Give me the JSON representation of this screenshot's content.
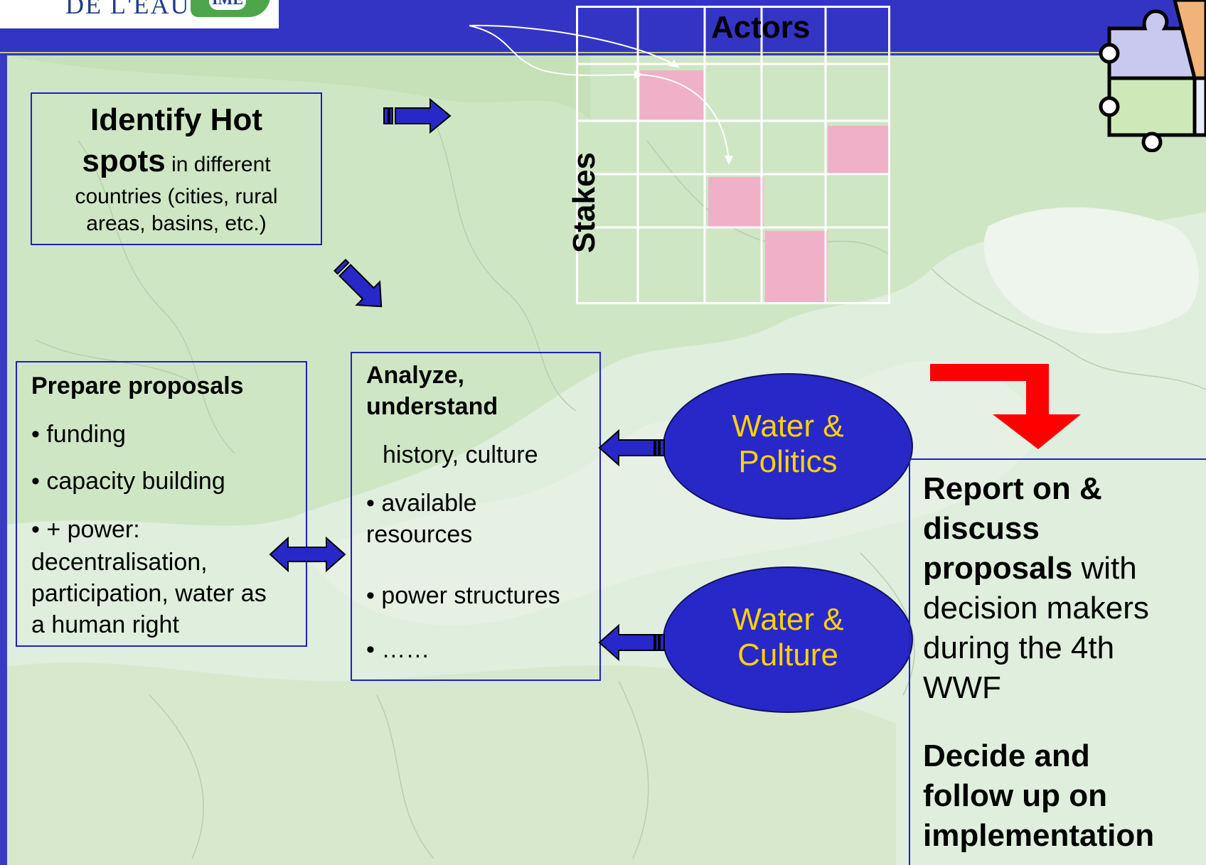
{
  "header": {
    "logo_text": "DE L'EAU",
    "logo_badge": "IME"
  },
  "matrix": {
    "column_label": "Actors",
    "row_label": "Stakes"
  },
  "hotspots": {
    "title_line1": "Identify Hot",
    "title_bold2": "spots",
    "title_rest2": " in different",
    "line3": "countries (cities, rural",
    "line4": "areas, basins, etc.)"
  },
  "proposals": {
    "title": "Prepare proposals",
    "item1": "• funding",
    "item2": "• capacity building",
    "item3_l1": "• + power:",
    "item3_l2": "decentralisation,",
    "item3_l3": "participation, water as",
    "item3_l4": "a human right"
  },
  "analyze": {
    "title_l1": "Analyze,",
    "title_l2": "understand",
    "item1": "history, culture",
    "item2_l1": "• available",
    "item2_l2": "resources",
    "item3": "• power structures",
    "item4": "• ……"
  },
  "ellipses": {
    "politics_l1": "Water &",
    "politics_l2": "Politics",
    "culture_l1": "Water &",
    "culture_l2": "Culture"
  },
  "report": {
    "l1": "Report on &",
    "l2": "discuss",
    "l3_bold": "proposals",
    "l3_rest": " with",
    "l4": "decision makers",
    "l5": "during the 4th",
    "l6": "WWF",
    "decide_l1": "Decide and",
    "decide_l2": "follow up on",
    "decide_l3": "implementation"
  },
  "colors": {
    "background": "#3a3ac8",
    "ellipse_fill": "#2828c8",
    "ellipse_text": "#ffd200",
    "highlight_cell": "#f0b0c8",
    "red_arrow": "#ff0000"
  }
}
